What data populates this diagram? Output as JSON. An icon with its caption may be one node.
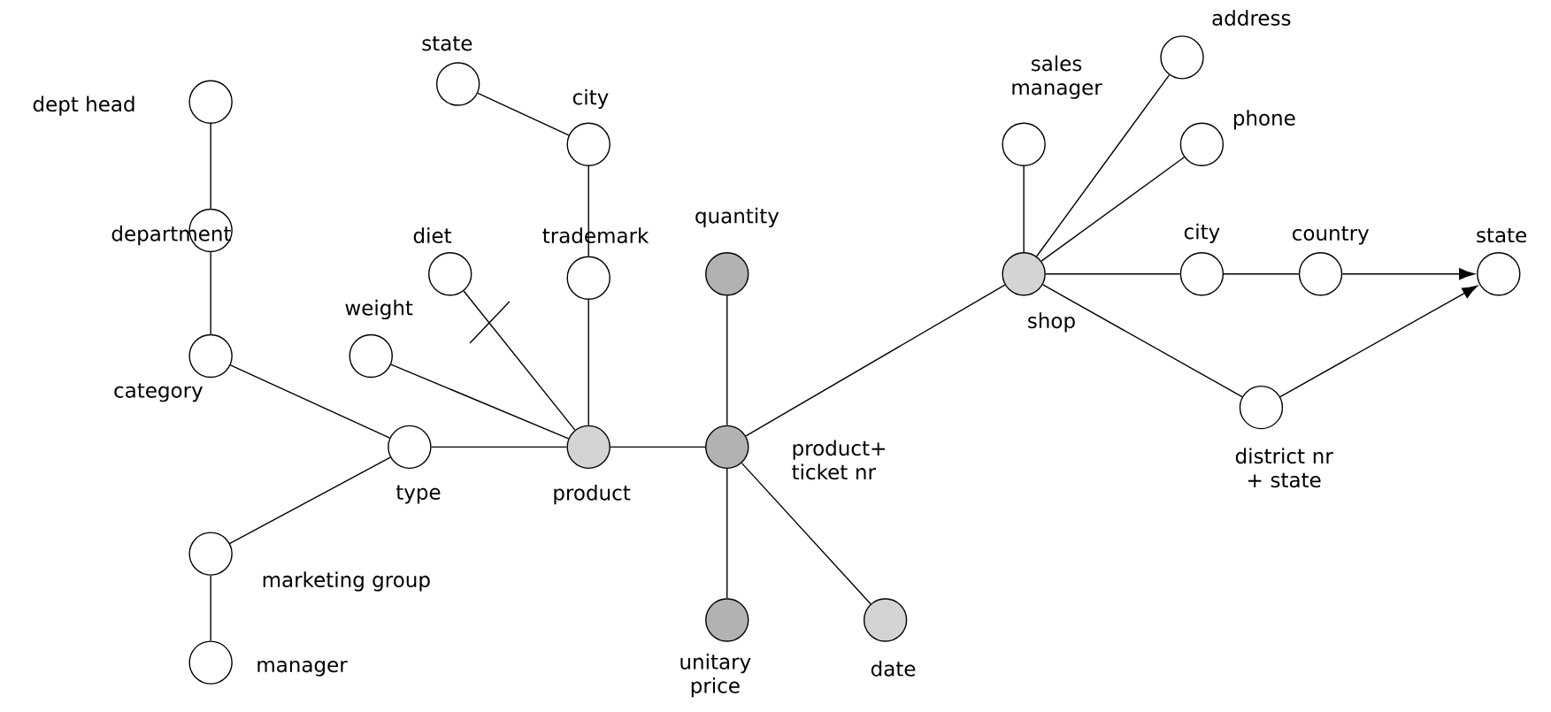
{
  "diagram": {
    "nodes": [
      {
        "text": [
          "dept head"
        ]
      },
      {
        "text": [
          "department"
        ]
      },
      {
        "text": [
          "category"
        ]
      },
      {
        "text": [
          "type"
        ]
      },
      {
        "text": [
          "marketing group"
        ]
      },
      {
        "text": [
          "manager"
        ]
      },
      {
        "text": [
          "state"
        ]
      },
      {
        "text": [
          "city"
        ]
      },
      {
        "text": [
          "trademark"
        ]
      },
      {
        "text": [
          "diet"
        ]
      },
      {
        "text": [
          "weight"
        ]
      },
      {
        "text": [
          "product"
        ]
      },
      {
        "text": [
          "quantity"
        ]
      },
      {
        "text": [
          "product+ ticket nr"
        ]
      },
      {
        "text": [
          "unitary price"
        ]
      },
      {
        "text": [
          "date"
        ]
      },
      {
        "text": [
          "sales manager"
        ]
      },
      {
        "text": [
          "address"
        ]
      },
      {
        "text": [
          "phone"
        ]
      },
      {
        "text": [
          "shop"
        ]
      },
      {
        "text": [
          "city"
        ]
      },
      {
        "text": [
          "country"
        ]
      },
      {
        "text": [
          "state"
        ]
      },
      {
        "text": [
          "district nr + state"
        ]
      }
    ],
    "edges": [
      {
        "from": 0,
        "to": 1,
        "arrow": "none"
      },
      {
        "from": 1,
        "to": 2,
        "arrow": "none"
      },
      {
        "from": 2,
        "to": 3,
        "arrow": "none"
      },
      {
        "from": 4,
        "to": 3,
        "arrow": "none"
      },
      {
        "from": 4,
        "to": 5,
        "arrow": "none"
      },
      {
        "from": 6,
        "to": 7,
        "arrow": "none"
      },
      {
        "from": 7,
        "to": 8,
        "arrow": "none"
      },
      {
        "from": 8,
        "to": 11,
        "arrow": "none"
      },
      {
        "from": 9,
        "to": 11,
        "arrow": "none"
      },
      {
        "from": 10,
        "to": 11,
        "arrow": "none"
      },
      {
        "from": 3,
        "to": 11,
        "arrow": "none"
      },
      {
        "from": 11,
        "to": 13,
        "arrow": "none"
      },
      {
        "from": 12,
        "to": 13,
        "arrow": "none"
      },
      {
        "from": 13,
        "to": 14,
        "arrow": "none"
      },
      {
        "from": 13,
        "to": 15,
        "arrow": "none"
      },
      {
        "from": 13,
        "to": 19,
        "arrow": "none"
      },
      {
        "from": 19,
        "to": 16,
        "arrow": "none"
      },
      {
        "from": 19,
        "to": 17,
        "arrow": "none"
      },
      {
        "from": 19,
        "to": 18,
        "arrow": "none"
      },
      {
        "from": 19,
        "to": 20,
        "arrow": "none"
      },
      {
        "from": 20,
        "to": 21,
        "arrow": "none"
      },
      {
        "from": 21,
        "to": 22,
        "arrow": "to"
      },
      {
        "from": 19,
        "to": 23,
        "arrow": "none"
      },
      {
        "from": 23,
        "to": 22,
        "arrow": "to"
      }
    ]
  }
}
